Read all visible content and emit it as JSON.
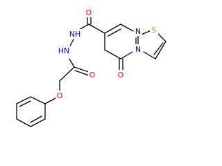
{
  "molecule": {
    "atom_colors": {
      "O": "#ff0000",
      "N": "#0000ff",
      "S": "#b3a800",
      "C": "#000000"
    },
    "atoms": [
      {
        "id": "N_ring_top",
        "element": "N",
        "label": "N"
      },
      {
        "id": "S_thiazole",
        "element": "S",
        "label": "S"
      },
      {
        "id": "N_bridge",
        "element": "N",
        "label": "N"
      },
      {
        "id": "O_ketone",
        "element": "O",
        "label": "O"
      },
      {
        "id": "O_amide1",
        "element": "O",
        "label": "O"
      },
      {
        "id": "N_hydrazide1",
        "element": "N",
        "label": "NH"
      },
      {
        "id": "N_hydrazide2",
        "element": "N",
        "label": "HN"
      },
      {
        "id": "O_amide2",
        "element": "O",
        "label": "O"
      },
      {
        "id": "O_ether",
        "element": "O",
        "label": "O"
      }
    ]
  }
}
